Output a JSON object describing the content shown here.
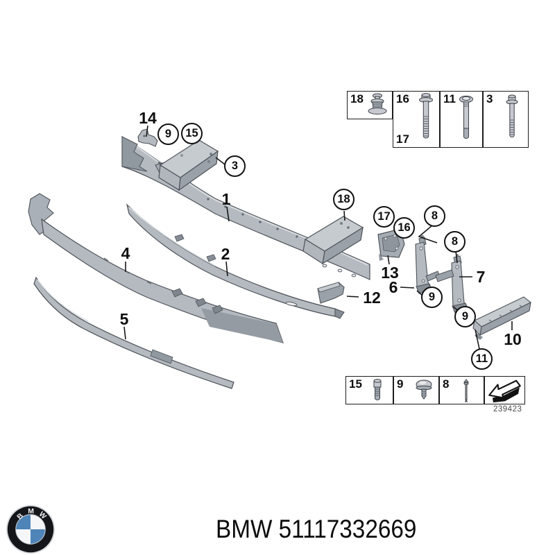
{
  "image": {
    "type": "exploded-parts-diagram",
    "subject": "BMW front bumper carrier / impact absorber",
    "brand": "BMW",
    "part_number": "51117332669",
    "caption": "BMW 51117332669",
    "drawing_number": "239423"
  },
  "logo": {
    "letters": [
      "B",
      "M",
      "W"
    ],
    "ring_color": "#14161a",
    "blue": "#4e84b8"
  },
  "callouts": {
    "plain": {
      "n1": "1",
      "n2": "2",
      "n4": "4",
      "n5": "5",
      "n6": "6",
      "n7": "7",
      "n10": "10",
      "n12": "12",
      "n13": "13",
      "n14": "14"
    },
    "circled": {
      "c9a": "9",
      "c15": "15",
      "c3": "3",
      "c18": "18",
      "c17": "17",
      "c16": "16",
      "c8a": "8",
      "c8b": "8",
      "c9b": "9",
      "c9c": "9",
      "c11": "11"
    }
  },
  "tables": {
    "top": {
      "cells": [
        {
          "num": "18",
          "icon": "expanding-rivet-icon"
        },
        {
          "num": "16",
          "num2": "17",
          "icon": "long-flange-bolt-icon"
        },
        {
          "num": "11",
          "icon": "shoulder-bolt-icon"
        },
        {
          "num": "3",
          "icon": "hex-flange-bolt-icon"
        }
      ]
    },
    "bottom": {
      "cells": [
        {
          "num": "15",
          "icon": "pan-head-screw-icon"
        },
        {
          "num": "9",
          "icon": "dome-head-screw-icon"
        },
        {
          "num": "8",
          "icon": "expansion-pin-icon"
        },
        {
          "num": "",
          "icon": "direction-arrow-icon"
        }
      ],
      "drawing_number": "239423"
    }
  }
}
